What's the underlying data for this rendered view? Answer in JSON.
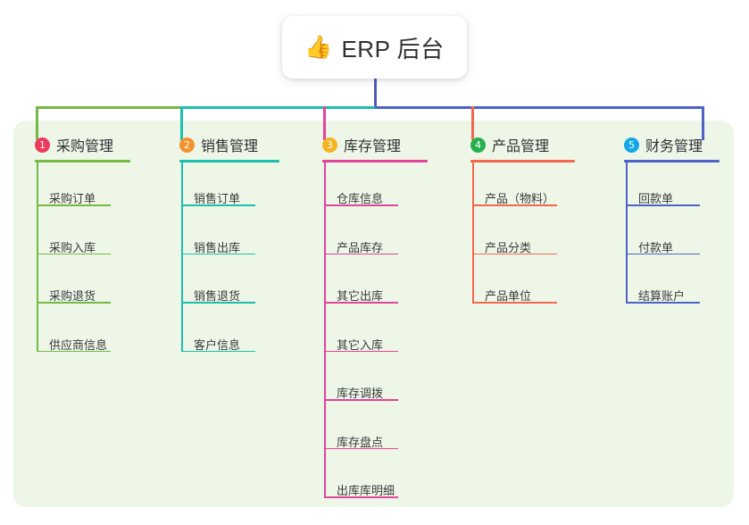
{
  "diagram": {
    "type": "mind-map",
    "title": "ERP 后台",
    "root": {
      "emoji": "👍",
      "emoji_name": "thumbs-up-icon",
      "label": "ERP 后台"
    },
    "branch_count": 5,
    "branches": [
      {
        "index": "1",
        "label": "采购管理",
        "badge_color": "#ec3a5c",
        "line_color": "#74b943",
        "items": [
          "采购订单",
          "采购入库",
          "采购退货",
          "供应商信息"
        ]
      },
      {
        "index": "2",
        "label": "销售管理",
        "badge_color": "#f2922f",
        "line_color": "#1cbfae",
        "items": [
          "销售订单",
          "销售出库",
          "销售退货",
          "客户信息"
        ]
      },
      {
        "index": "3",
        "label": "库存管理",
        "badge_color": "#f5b421",
        "line_color": "#e0449b",
        "items": [
          "仓库信息",
          "产品库存",
          "其它出库",
          "其它入库",
          "库存调拨",
          "库存盘点",
          "出库库明细"
        ]
      },
      {
        "index": "4",
        "label": "产品管理",
        "badge_color": "#24b14b",
        "line_color": "#f4674f",
        "items": [
          "产品（物料）",
          "产品分类",
          "产品单位"
        ]
      },
      {
        "index": "5",
        "label": "财务管理",
        "badge_color": "#13a7e8",
        "line_color": "#4e63c8",
        "items": [
          "回款单",
          "付款单",
          "结算账户"
        ]
      }
    ],
    "colors": {
      "panel_background": "#eef7e7",
      "page_background": "#ffffff",
      "card_background": "#ffffff",
      "text": "#2f3034",
      "leaf_text": "#3a3a3e",
      "root_stem": "#4e5cb8",
      "bus_left": "#74b943",
      "bus_mid": "#1cbfae",
      "bus_right": "#4e63c8"
    }
  }
}
